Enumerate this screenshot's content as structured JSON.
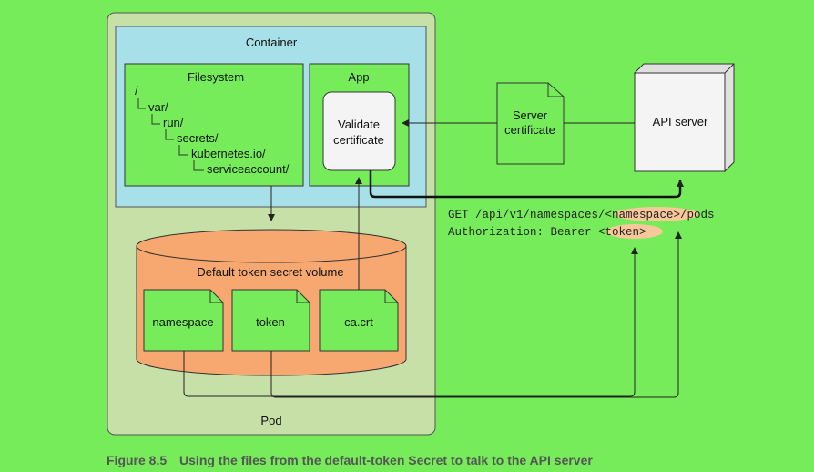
{
  "pod": {
    "label": "Pod"
  },
  "container": {
    "label": "Container"
  },
  "filesystem": {
    "label": "Filesystem",
    "tree": [
      "/",
      "var/",
      "run/",
      "secrets/",
      "kubernetes.io/",
      "serviceaccount/"
    ]
  },
  "app": {
    "label": "App",
    "validate_line1": "Validate",
    "validate_line2": "certificate"
  },
  "volume": {
    "label": "Default token secret volume",
    "files": [
      "namespace",
      "token",
      "ca.crt"
    ]
  },
  "server_certificate": {
    "line1": "Server",
    "line2": "certificate"
  },
  "api_server": {
    "label": "API server"
  },
  "request": {
    "line1_prefix": "GET /api/v1/namespaces/",
    "line1_highlight": "<namespace>",
    "line1_suffix": "/pods",
    "line2_prefix": "Authorization: Bearer ",
    "line2_highlight": "<token>"
  },
  "caption": {
    "number": "Figure 8.5",
    "text": "Using the files from the default-token Secret to talk to the API server"
  },
  "colors": {
    "background": "#76ec5a",
    "pod_fill": "#c6e0a8",
    "container_fill": "#a8e0ea",
    "green_box": "#76ec5a",
    "volume_fill": "#f6a870",
    "token_highlight": "#f8c89a",
    "white_box": "#f4f4f4",
    "caption_text": "#555555"
  }
}
